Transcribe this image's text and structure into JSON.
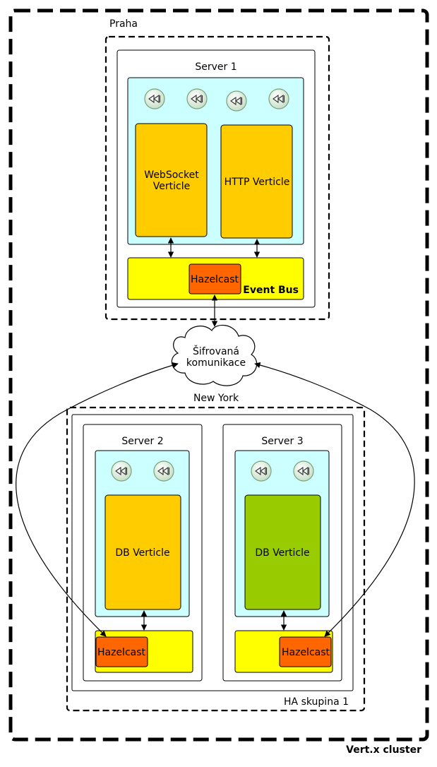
{
  "cluster": {
    "label": "Vert.x cluster"
  },
  "praha": {
    "label": "Praha",
    "server": {
      "title": "Server 1",
      "verticle_left": [
        "WebSocket",
        "Verticle"
      ],
      "verticle_right": "HTTP Verticle",
      "hazelcast": "Hazelcast",
      "event_bus": "Event Bus"
    }
  },
  "network": {
    "label": [
      "Šifrovaná",
      "komunikace"
    ]
  },
  "new_york": {
    "label": "New York",
    "ha_group": "HA skupina 1",
    "server2": {
      "title": "Server 2",
      "verticle": "DB Verticle",
      "hazelcast": "Hazelcast"
    },
    "server3": {
      "title": "Server 3",
      "verticle": "DB Verticle",
      "hazelcast": "Hazelcast"
    }
  },
  "colors": {
    "cyan_panel": "#ccffff",
    "yellow_bus": "#ffff00",
    "orange_verticle": "#ffcc00",
    "green_verticle": "#99cc00",
    "hazelcast": "#ff6600",
    "icon_fill": "#d8ecd8",
    "icon_stroke": "#6a9a6a"
  },
  "icons": "rewind-icon"
}
